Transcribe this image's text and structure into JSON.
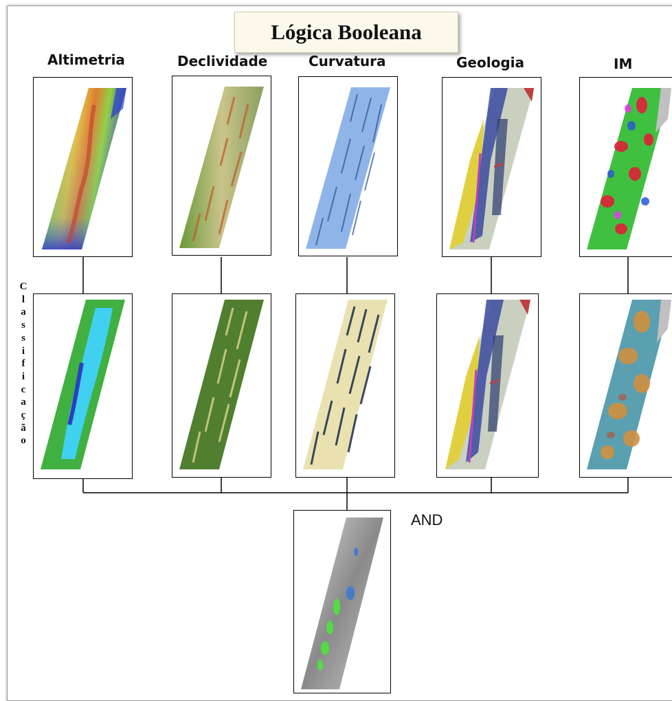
{
  "title": "Lógica Booleana",
  "columns": [
    {
      "label": "Altimetria"
    },
    {
      "label": "Declividade"
    },
    {
      "label": "Curvatura"
    },
    {
      "label": "Geologia"
    },
    {
      "label": "IM"
    }
  ],
  "side_label_letters": [
    "C",
    "l",
    "a",
    "s",
    "s",
    "i",
    "f",
    "i",
    "c",
    "a",
    "ç",
    "ã",
    "o"
  ],
  "operator_label": "AND",
  "colors": {
    "altimetria_map": [
      "#2a3cd0",
      "#3f8ff0",
      "#3fd0c0",
      "#8fd040",
      "#e0c040",
      "#e07a30",
      "#c0402a"
    ],
    "declividade_map": [
      "#5a8a30",
      "#c9c48a",
      "#c05a2a"
    ],
    "curvatura_map": [
      "#8fb4e8",
      "#2b4e8a"
    ],
    "geologia_map": [
      "#3a4aa0",
      "#c9d0c0",
      "#e0d040",
      "#c040c0",
      "#c04040"
    ],
    "im_map": [
      "#e0203a",
      "#40c040",
      "#2a5ad0",
      "#e040e0"
    ],
    "altimetria_class": [
      "#40b040",
      "#40d0f0",
      "#2a40c0"
    ],
    "declividade_class": [
      "#4f7f2f",
      "#d9cf8a"
    ],
    "curvatura_class": [
      "#e9e2b0",
      "#1a2a4a"
    ],
    "im_class": [
      "#d09040",
      "#5aa0b0"
    ],
    "and_result": [
      "#7a7a7a",
      "#50e040",
      "#3a7ad0"
    ]
  }
}
